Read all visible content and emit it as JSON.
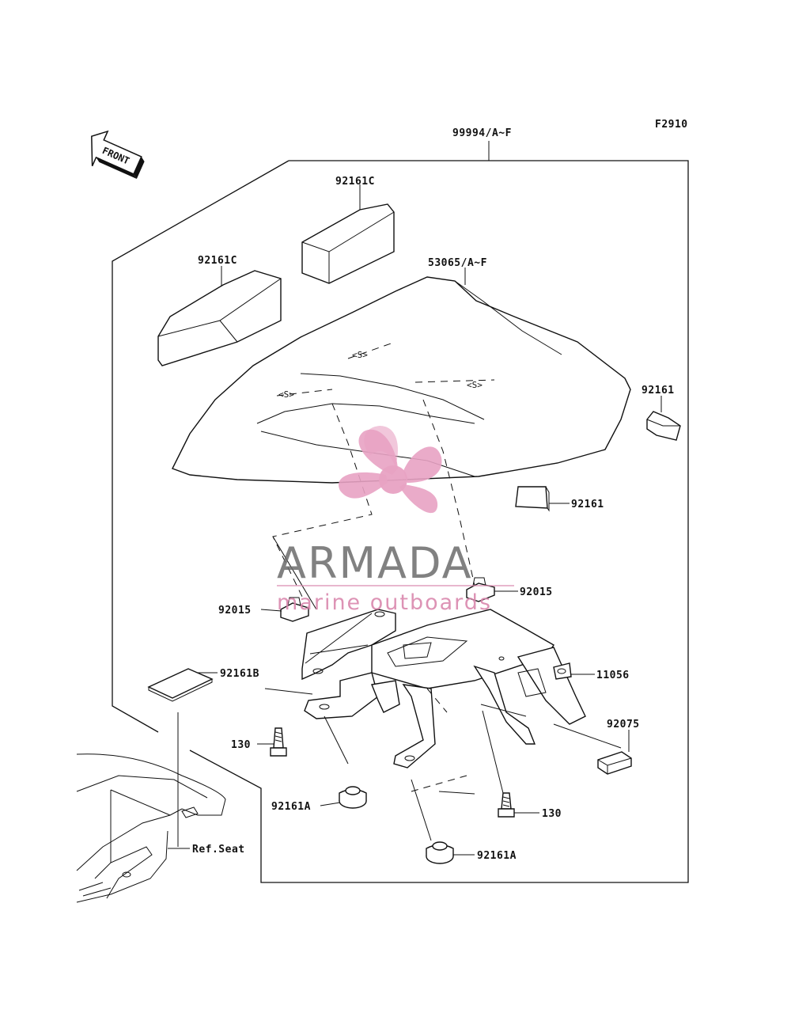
{
  "figure_code": "F2910",
  "assembly_label": "99994/A~F",
  "front_label": "FRONT",
  "parts": {
    "pad_c_top": "92161C",
    "pad_c_left": "92161C",
    "seat_cover": "53065/A~F",
    "pad_right_top": "92161",
    "pad_right_mid": "92161",
    "clip_right": "92015",
    "clip_left": "92015",
    "pad_b": "92161B",
    "bracket": "11056",
    "bolt_left": "130",
    "bolt_right": "130",
    "grommet_left": "92161A",
    "grommet_right": "92161A",
    "cap": "92075",
    "ref_seat": "Ref.Seat"
  },
  "watermark": {
    "name": "ARMADA",
    "tagline": "marine outboards",
    "logo_color": "#e8a2c3",
    "text_color": "#6b6b6b"
  }
}
